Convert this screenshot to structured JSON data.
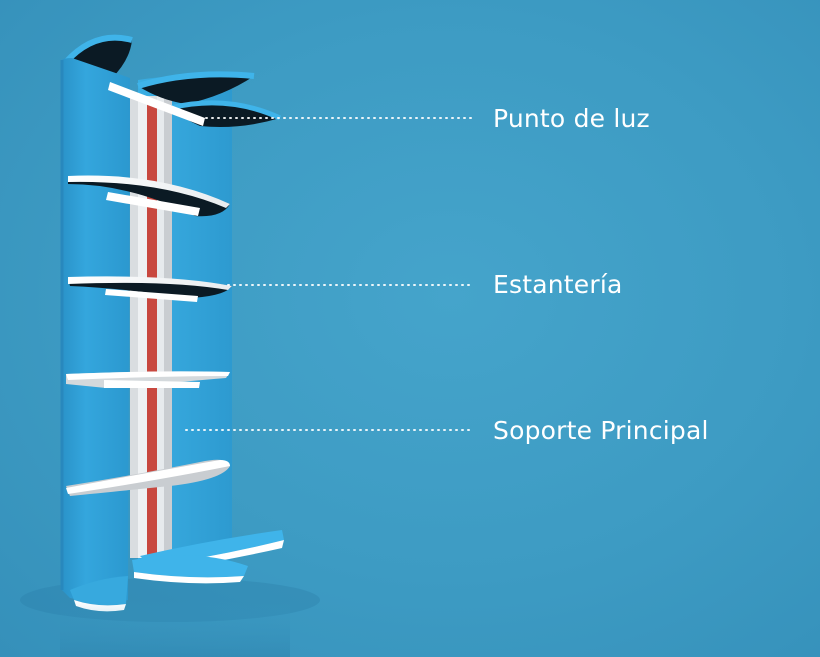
{
  "labels": {
    "light_point": "Punto de luz",
    "shelf": "Estantería",
    "main_support": "Soporte Principal"
  },
  "colors": {
    "background": "#3d9bc3",
    "panel": "#2f9fd6",
    "shelf_top": "#ffffff",
    "shelf_underside": "#0b1a24",
    "support_stripe_outer": "#d9dde0",
    "support_stripe_inner": "#c8483f",
    "leader_dots": "#ffffff",
    "label_text": "#ffffff"
  }
}
